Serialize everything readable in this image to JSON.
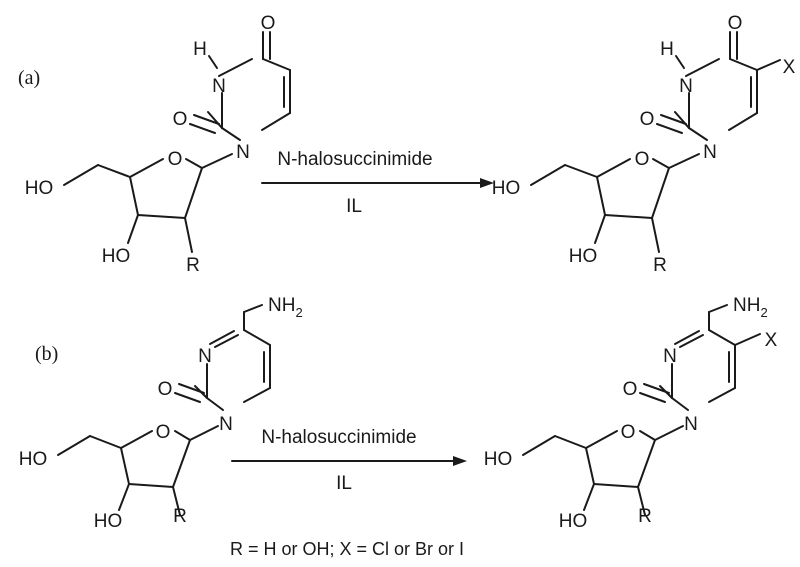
{
  "scheme": {
    "reaction_a": {
      "label": "(a)",
      "reactant": {
        "name": "uridine-type nucleoside",
        "atoms": {
          "n_h": "H",
          "n3": "N",
          "o_keto": "O",
          "o_carbonyl": "O",
          "n1": "N",
          "o_ring": "O",
          "ho_5p": "HO",
          "ho_3p": "HO",
          "r": "R"
        }
      },
      "arrow": {
        "reagent": "N-halosuccinimide",
        "solvent": "IL"
      },
      "product": {
        "name": "5-halo uridine-type nucleoside",
        "atoms": {
          "n_h": "H",
          "n3": "N",
          "o_keto": "O",
          "x": "X",
          "o_carbonyl": "O",
          "n1": "N",
          "o_ring": "O",
          "ho_5p": "HO",
          "ho_3p": "HO",
          "r": "R"
        }
      }
    },
    "reaction_b": {
      "label": "(b)",
      "reactant": {
        "name": "cytidine-type nucleoside",
        "atoms": {
          "nh2": "NH",
          "nh2_sub": "2",
          "n3": "N",
          "o_carbonyl": "O",
          "n1": "N",
          "o_ring": "O",
          "ho_5p": "HO",
          "ho_3p": "HO",
          "r": "R"
        }
      },
      "arrow": {
        "reagent": "N-halosuccinimide",
        "solvent": "IL"
      },
      "product": {
        "name": "5-halo cytidine-type nucleoside",
        "atoms": {
          "nh2": "NH",
          "nh2_sub": "2",
          "n3": "N",
          "x": "X",
          "o_carbonyl": "O",
          "n1": "N",
          "o_ring": "O",
          "ho_5p": "HO",
          "ho_3p": "HO",
          "r": "R"
        }
      }
    },
    "footnote": "R = H or OH; X = Cl or Br or I"
  }
}
